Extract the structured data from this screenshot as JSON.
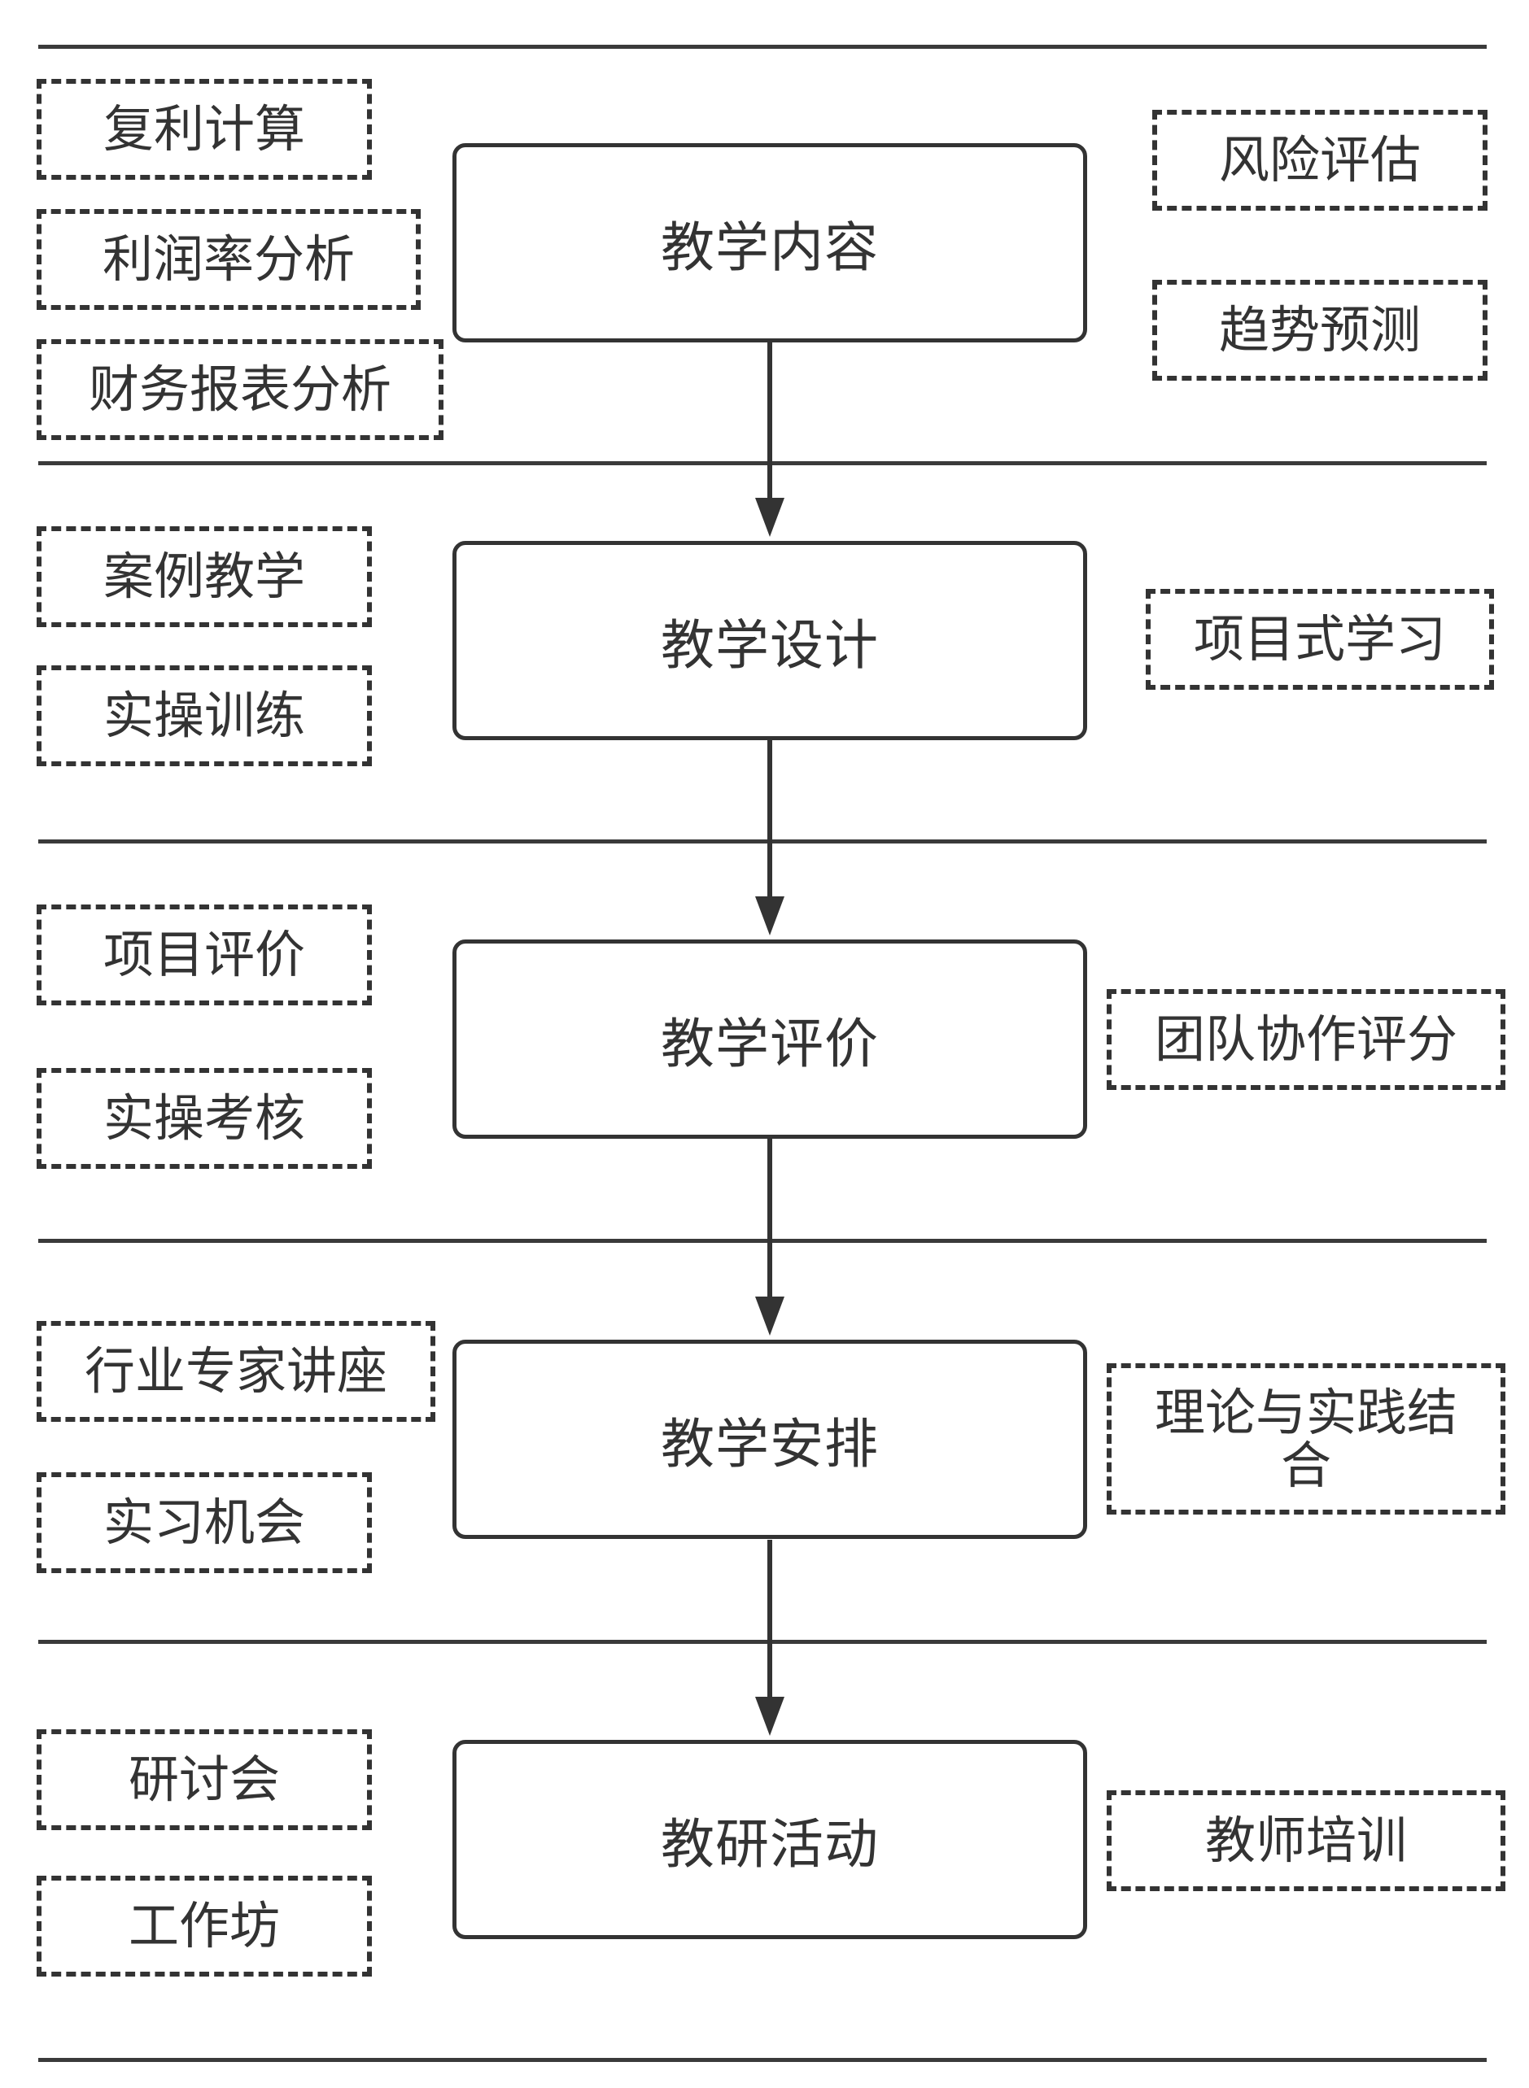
{
  "stages": [
    {
      "label": "教学内容",
      "left_items": [
        "复利计算",
        "利润率分析",
        "财务报表分析"
      ],
      "right_items": [
        "风险评估",
        "趋势预测"
      ]
    },
    {
      "label": "教学设计",
      "left_items": [
        "案例教学",
        "实操训练"
      ],
      "right_items": [
        "项目式学习"
      ]
    },
    {
      "label": "教学评价",
      "left_items": [
        "项目评价",
        "实操考核"
      ],
      "right_items": [
        "团队协作评分"
      ]
    },
    {
      "label": "教学安排",
      "left_items": [
        "行业专家讲座",
        "实习机会"
      ],
      "right_items": [
        "理论与实践结合"
      ]
    },
    {
      "label": "教研活动",
      "left_items": [
        "研讨会",
        "工作坊"
      ],
      "right_items": [
        "教师培训"
      ]
    }
  ]
}
